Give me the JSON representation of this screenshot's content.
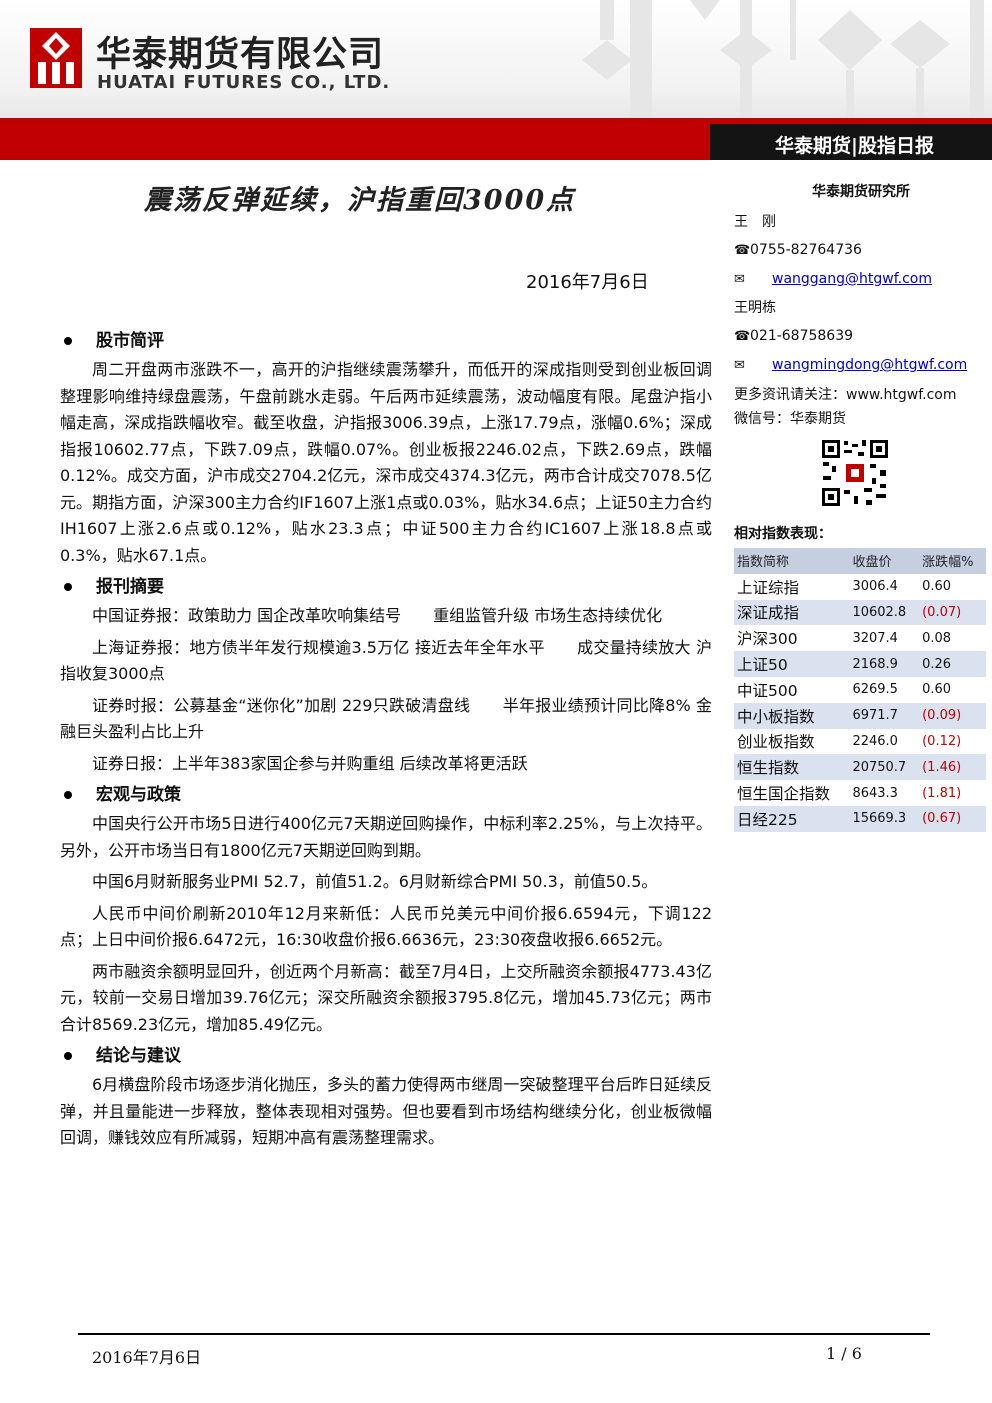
{
  "header": {
    "company_cn": "华泰期货有限公司",
    "company_en": "HUATAI FUTURES CO., LTD.",
    "report_type": "华泰期货|股指日报",
    "colors": {
      "brand_red": "#c00000",
      "band_black": "#141414"
    }
  },
  "title": "震荡反弹延续，沪指重回3000点",
  "date": "2016年7月6日",
  "sections": [
    {
      "heading": "股市简评",
      "paragraphs": [
        "周二开盘两市涨跌不一，高开的沪指继续震荡攀升，而低开的深成指则受到创业板回调整理影响维持绿盘震荡，午盘前跳水走弱。午后两市延续震荡，波动幅度有限。尾盘沪指小幅走高，深成指跌幅收窄。截至收盘，沪指报3006.39点，上涨17.79点，涨幅0.6%；深成指报10602.77点，下跌7.09点，跌幅0.07%。创业板报2246.02点，下跌2.69点，跌幅0.12%。成交方面，沪市成交2704.2亿元，深市成交4374.3亿元，两市合计成交7078.5亿元。期指方面，沪深300主力合约IF1607上涨1点或0.03%，贴水34.6点；上证50主力合约IH1607上涨2.6点或0.12%，贴水23.3点；中证500主力合约IC1607上涨18.8点或0.3%，贴水67.1点。"
      ]
    },
    {
      "heading": "报刊摘要",
      "paragraphs": [
        "中国证券报：政策助力 国企改革吹响集结号　　重组监管升级 市场生态持续优化",
        "上海证券报：地方债半年发行规模逾3.5万亿 接近去年全年水平　　成交量持续放大 沪指收复3000点",
        "证券时报：公募基金“迷你化”加剧 229只跌破清盘线　　半年报业绩预计同比降8% 金融巨头盈利占比上升",
        "证券日报：上半年383家国企参与并购重组 后续改革将更活跃"
      ]
    },
    {
      "heading": "宏观与政策",
      "paragraphs": [
        "中国央行公开市场5日进行400亿元7天期逆回购操作，中标利率2.25%，与上次持平。另外，公开市场当日有1800亿元7天期逆回购到期。",
        "中国6月财新服务业PMI 52.7，前值51.2。6月财新综合PMI 50.3，前值50.5。",
        "人民币中间价刷新2010年12月来新低：人民币兑美元中间价报6.6594元，下调122点；上日中间价报6.6472元，16:30收盘价报6.6636元，23:30夜盘收报6.6652元。",
        "两市融资余额明显回升，创近两个月新高：截至7月4日，上交所融资余额报4773.43亿元，较前一交易日增加39.76亿元；深交所融资余额报3795.8亿元，增加45.73亿元；两市合计8569.23亿元，增加85.49亿元。"
      ]
    },
    {
      "heading": "结论与建议",
      "paragraphs": [
        "6月横盘阶段市场逐步消化抛压，多头的蓄力使得两市继周一突破整理平台后昨日延续反弹，并且量能进一步释放，整体表现相对强势。但也要看到市场结构继续分化，创业板微幅回调，赚钱效应有所减弱，短期冲高有震荡整理需求。"
      ]
    }
  ],
  "sidebar": {
    "institute": "华泰期货研究所",
    "analyst1_name": "王　刚",
    "analyst1_phone": "0755-82764736",
    "analyst1_email": "wanggang@htgwf.com",
    "analyst2_name": "王明栋",
    "analyst2_phone": "021-68758639",
    "analyst2_email": "wangmingdong@htgwf.com",
    "more_info": "更多资讯请关注：www.htgwf.com",
    "wechat": "微信号：华泰期货",
    "perf_title": "相对指数表现：",
    "phone_icon": "phone-icon",
    "mail_icon": "envelope-icon"
  },
  "index_table": {
    "headers": [
      "指数简称",
      "收盘价",
      "涨跌幅%"
    ],
    "rows": [
      {
        "name": "上证综指",
        "close": "3006.4",
        "change": "0.60"
      },
      {
        "name": "深证成指",
        "close": "10602.8",
        "change": "(0.07)"
      },
      {
        "name": "沪深300",
        "close": "3207.4",
        "change": "0.08"
      },
      {
        "name": "上证50",
        "close": "2168.9",
        "change": "0.26"
      },
      {
        "name": "中证500",
        "close": "6269.5",
        "change": "0.60"
      },
      {
        "name": "中小板指数",
        "close": "6971.7",
        "change": "(0.09)"
      },
      {
        "name": "创业板指数",
        "close": "2246.0",
        "change": "(0.12)"
      },
      {
        "name": "恒生指数",
        "close": "20750.7",
        "change": "(1.46)"
      },
      {
        "name": "恒生国企指数",
        "close": "8643.3",
        "change": "(1.81)"
      },
      {
        "name": "日经225",
        "close": "15669.3",
        "change": "(0.67)"
      }
    ]
  },
  "footer": {
    "date": "2016年7月6日",
    "page": "1 / 6"
  }
}
